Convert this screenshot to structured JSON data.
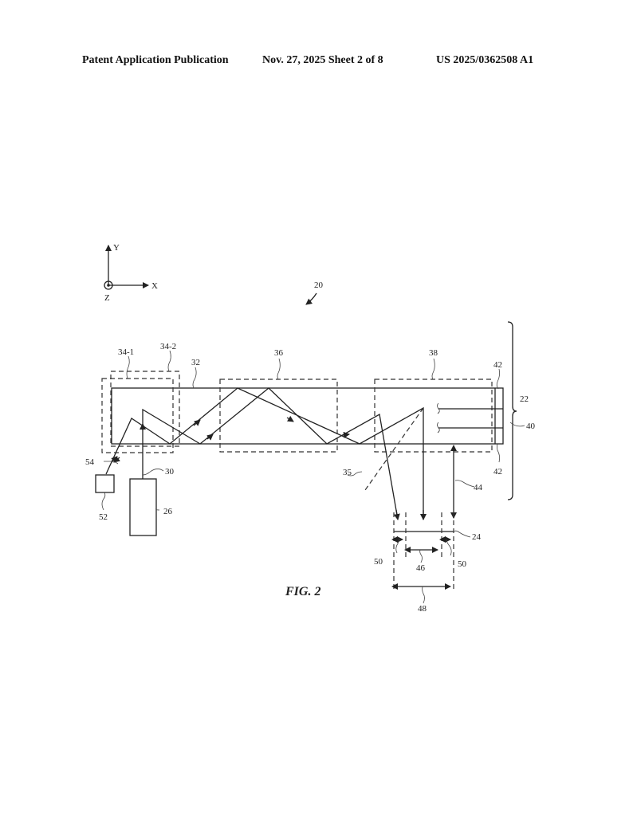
{
  "header": {
    "publication": "Patent Application Publication",
    "date_sheet": "Nov. 27, 2025  Sheet 2 of 8",
    "number": "US 2025/0362508 A1"
  },
  "figure": {
    "caption": "FIG. 2",
    "axes": {
      "y": "Y",
      "x": "X",
      "z": "Z"
    },
    "labels": {
      "l20": "20",
      "l22": "22",
      "l24": "24",
      "l26": "26",
      "l30": "30",
      "l32": "32",
      "l34_1": "34-1",
      "l34_2": "34-2",
      "l35": "35",
      "l36": "36",
      "l38": "38",
      "l40": "40",
      "l42a": "42",
      "l42b": "42",
      "l44": "44",
      "l46": "46",
      "l48": "48",
      "l50a": "50",
      "l50b": "50",
      "l52": "52",
      "l54": "54"
    }
  }
}
